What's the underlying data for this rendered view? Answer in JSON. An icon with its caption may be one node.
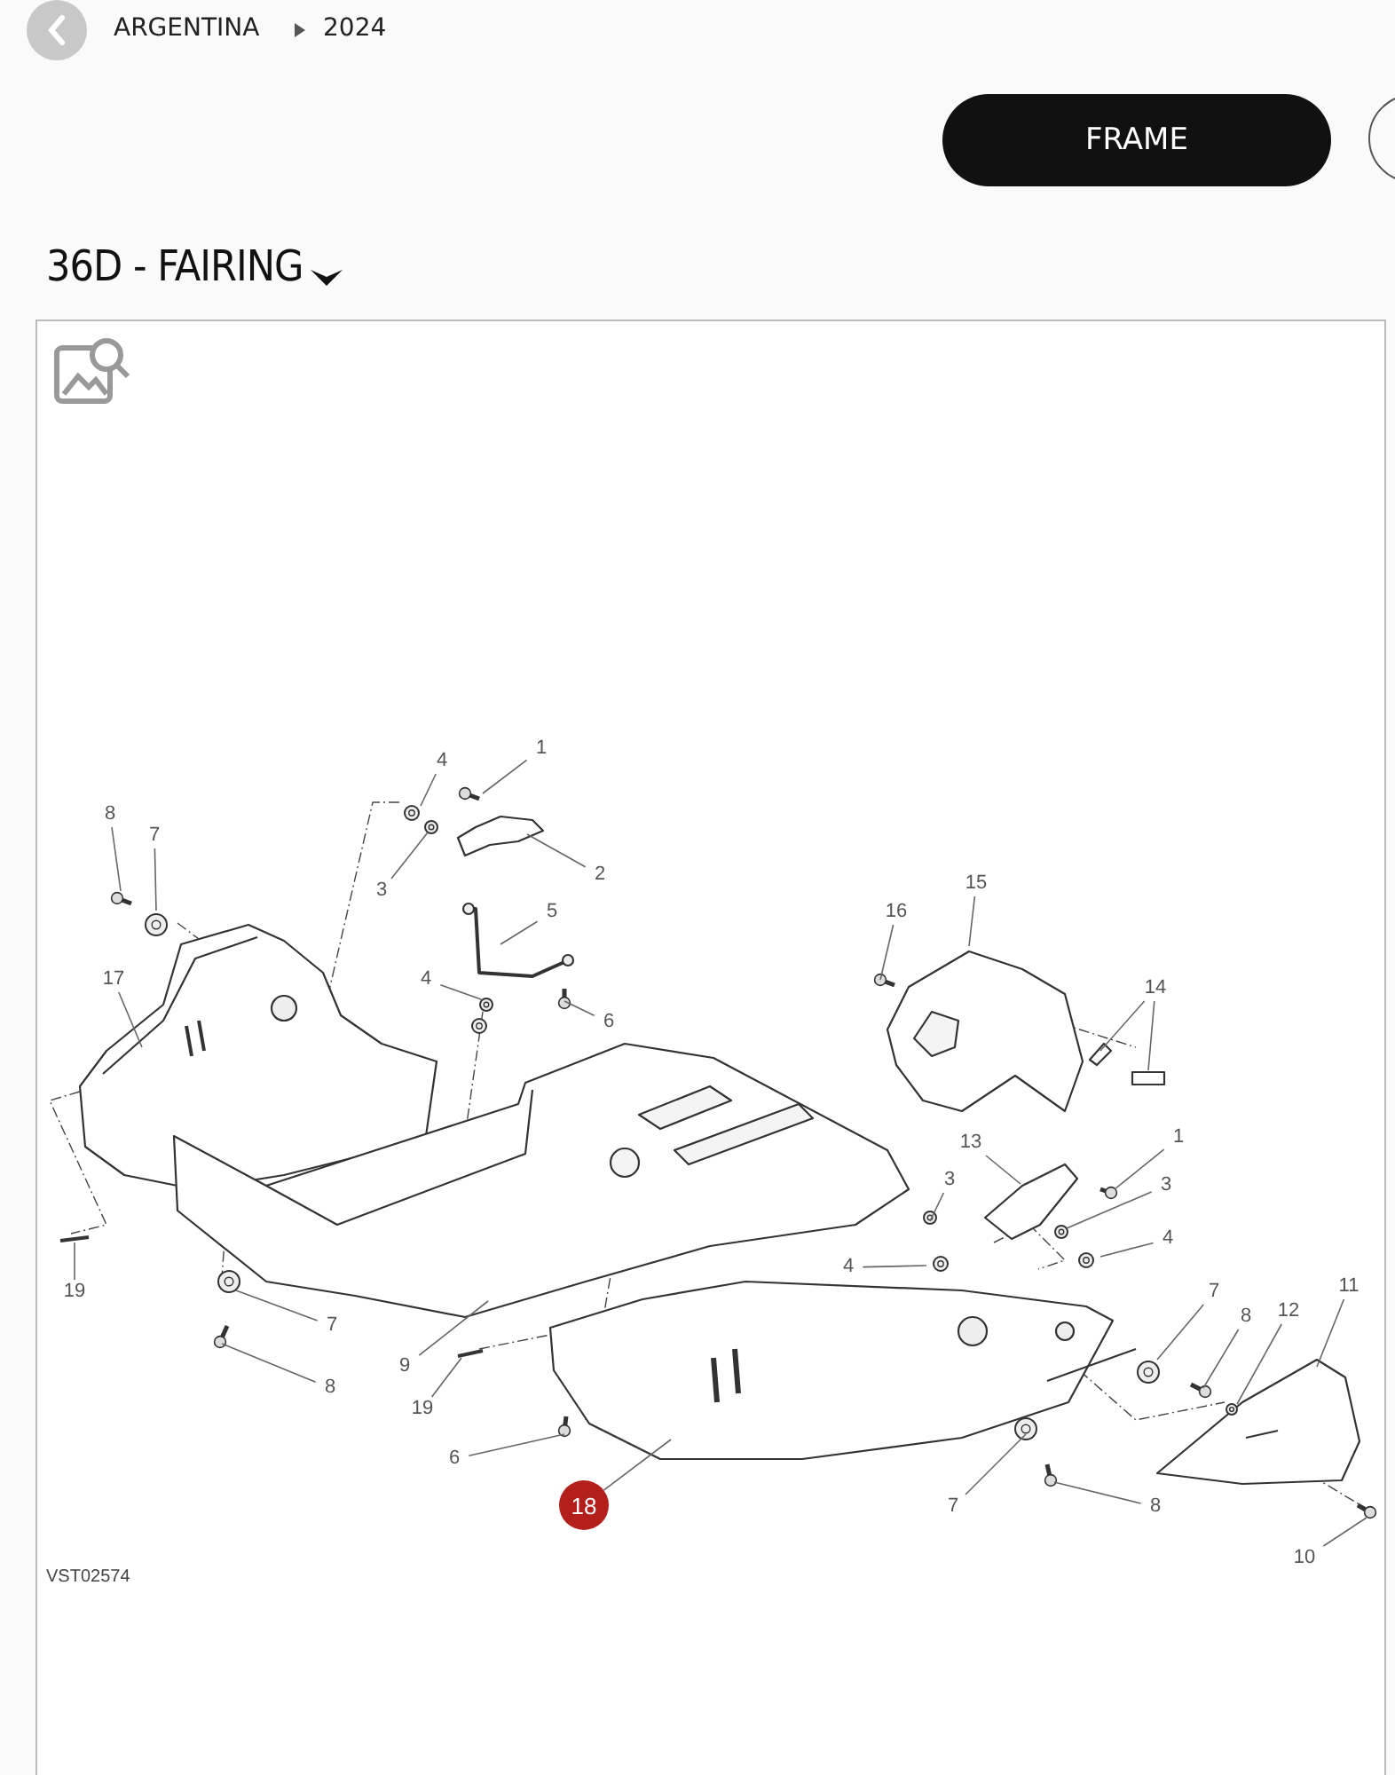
{
  "diagram": {
    "title": "36D - FAIRING",
    "nodes": [
      {
        "text": [
          "1"
        ]
      },
      {
        "text": [
          "4"
        ]
      },
      {
        "text": [
          "8"
        ]
      },
      {
        "text": [
          "7"
        ]
      },
      {
        "text": [
          "2"
        ]
      },
      {
        "text": [
          "15"
        ]
      },
      {
        "text": [
          "3"
        ]
      },
      {
        "text": [
          "5"
        ]
      },
      {
        "text": [
          "16"
        ]
      },
      {
        "text": [
          "4"
        ]
      },
      {
        "text": [
          "17"
        ]
      },
      {
        "text": [
          "14"
        ]
      },
      {
        "text": [
          "6"
        ]
      },
      {
        "text": [
          "1"
        ]
      },
      {
        "text": [
          "13"
        ]
      },
      {
        "text": [
          "3"
        ]
      },
      {
        "text": [
          "3"
        ]
      },
      {
        "text": [
          "4"
        ]
      },
      {
        "text": [
          "4"
        ]
      },
      {
        "text": [
          "11"
        ]
      },
      {
        "text": [
          "19"
        ]
      },
      {
        "text": [
          "7"
        ]
      },
      {
        "text": [
          "12"
        ]
      },
      {
        "text": [
          "8"
        ]
      },
      {
        "text": [
          "7"
        ]
      },
      {
        "text": [
          "9"
        ]
      },
      {
        "text": [
          "8"
        ]
      },
      {
        "text": [
          "19"
        ]
      },
      {
        "text": [
          "6"
        ]
      },
      {
        "text": [
          "18"
        ]
      },
      {
        "text": [
          "7"
        ]
      },
      {
        "text": [
          "8"
        ]
      },
      {
        "text": [
          "10"
        ]
      }
    ],
    "edges": [
      {
        "from": 0,
        "to": null,
        "arrow": "none"
      },
      {
        "from": 1,
        "to": null,
        "arrow": "none"
      },
      {
        "from": 2,
        "to": null,
        "arrow": "none"
      },
      {
        "from": 3,
        "to": null,
        "arrow": "none"
      },
      {
        "from": 4,
        "to": null,
        "arrow": "none"
      },
      {
        "from": 5,
        "to": null,
        "arrow": "none"
      },
      {
        "from": 6,
        "to": null,
        "arrow": "none"
      },
      {
        "from": 7,
        "to": null,
        "arrow": "none"
      },
      {
        "from": 8,
        "to": null,
        "arrow": "none"
      },
      {
        "from": 9,
        "to": null,
        "arrow": "none"
      },
      {
        "from": 10,
        "to": null,
        "arrow": "none"
      },
      {
        "from": 11,
        "to": null,
        "arrow": "none"
      },
      {
        "from": 12,
        "to": null,
        "arrow": "none"
      },
      {
        "from": 13,
        "to": null,
        "arrow": "none"
      },
      {
        "from": 14,
        "to": null,
        "arrow": "none"
      },
      {
        "from": 15,
        "to": null,
        "arrow": "none"
      },
      {
        "from": 16,
        "to": null,
        "arrow": "none"
      },
      {
        "from": 17,
        "to": null,
        "arrow": "none"
      },
      {
        "from": 18,
        "to": null,
        "arrow": "none"
      },
      {
        "from": 19,
        "to": null,
        "arrow": "none"
      },
      {
        "from": 20,
        "to": null,
        "arrow": "none"
      },
      {
        "from": 21,
        "to": null,
        "arrow": "none"
      },
      {
        "from": 22,
        "to": null,
        "arrow": "none"
      },
      {
        "from": 23,
        "to": null,
        "arrow": "none"
      },
      {
        "from": 24,
        "to": null,
        "arrow": "none"
      },
      {
        "from": 25,
        "to": null,
        "arrow": "none"
      },
      {
        "from": 26,
        "to": null,
        "arrow": "none"
      },
      {
        "from": 27,
        "to": null,
        "arrow": "none"
      },
      {
        "from": 28,
        "to": null,
        "arrow": "none"
      },
      {
        "from": 29,
        "to": null,
        "arrow": "none"
      },
      {
        "from": 30,
        "to": null,
        "arrow": "none"
      },
      {
        "from": 31,
        "to": null,
        "arrow": "none"
      },
      {
        "from": 32,
        "to": null,
        "arrow": "none"
      },
      {
        "from": 11,
        "to": null,
        "arrow": "none"
      }
    ],
    "labels": [
      "ARGENTINA",
      "2024",
      "FRAME",
      "VST02574"
    ]
  }
}
